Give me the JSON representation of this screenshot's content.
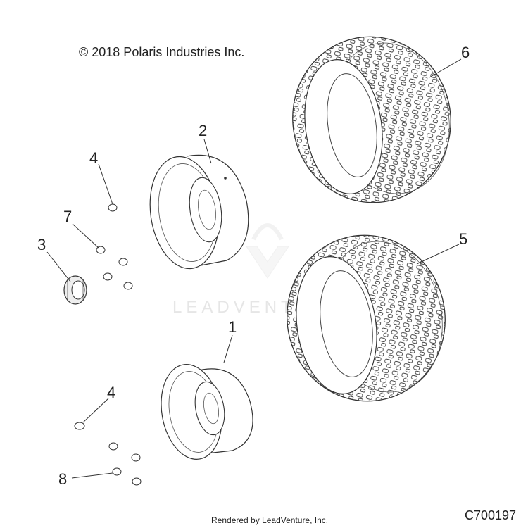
{
  "copyright": "© 2018 Polaris Industries Inc.",
  "watermark": "LEADVENTURE",
  "footer": {
    "rendered_by": "Rendered by LeadVenture, Inc.",
    "diagram_code": "C700197"
  },
  "callouts": [
    {
      "label": "1"
    },
    {
      "label": "2"
    },
    {
      "label": "3"
    },
    {
      "label": "4"
    },
    {
      "label": "4"
    },
    {
      "label": "5"
    },
    {
      "label": "6"
    },
    {
      "label": "7"
    },
    {
      "label": "8"
    }
  ]
}
